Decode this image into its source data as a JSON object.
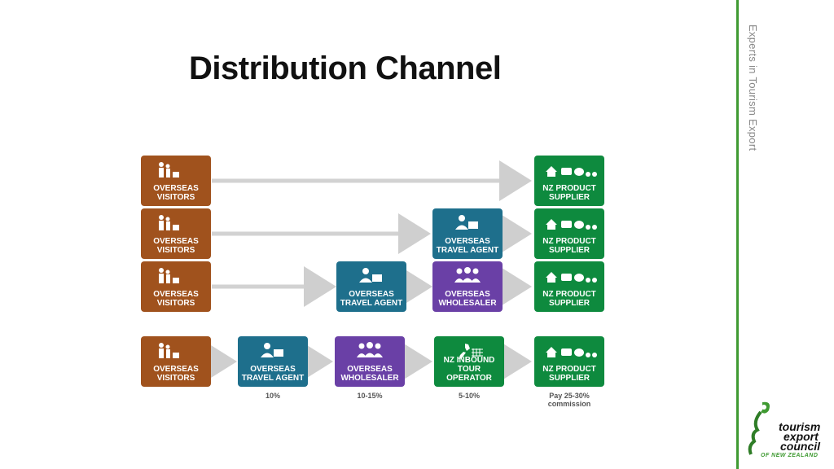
{
  "slide": {
    "title": "Distribution Channel",
    "side_text": "Experts in Tourism Export"
  },
  "boxes": {
    "visitor": "OVERSEAS VISITORS",
    "agent": "OVERSEAS TRAVEL AGENT",
    "wholesaler": "OVERSEAS WHOLESALER",
    "inbound": "NZ INBOUND TOUR OPERATOR",
    "supplier": "NZ PRODUCT SUPPLIER"
  },
  "captions": {
    "agent": "10%",
    "wholesaler": "10-15%",
    "inbound": "5-10%",
    "supplier": "Pay 25-30% commission"
  },
  "logo": {
    "line1": "tourism",
    "line2": "export",
    "line3": "council",
    "line4": "OF NEW ZEALAND"
  },
  "colors": {
    "visitor": "#a0521d",
    "agent": "#1e6f8c",
    "wholesaler": "#6a40a6",
    "inbound": "#0e8a3e",
    "supplier": "#0e8a3e",
    "accent": "#3f9a32"
  }
}
